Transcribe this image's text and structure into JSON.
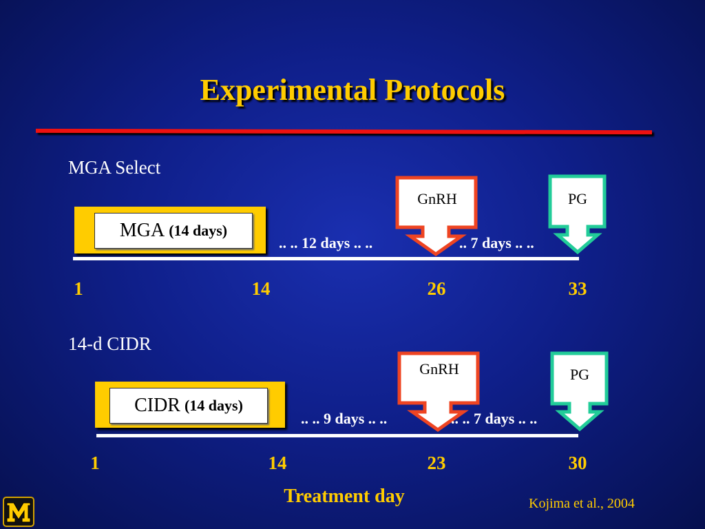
{
  "slide": {
    "title": "Experimental Protocols",
    "axis_title": "Treatment day",
    "citation": "Kojima et al., 2004"
  },
  "protocol1": {
    "label": "MGA Select",
    "treatment": "MGA",
    "duration": "(14 days)",
    "interval1": ".. .. 12 days .. ..",
    "interval2": ".. 7 days .. ..",
    "arrow1": "GnRH",
    "arrow2": "PG",
    "days": [
      "1",
      "14",
      "26",
      "33"
    ]
  },
  "protocol2": {
    "label": "14-d CIDR",
    "treatment": "CIDR",
    "duration": "(14 days)",
    "interval1": ".. .. 9 days .. ..",
    "interval2": ".. .. 7 days .. ..",
    "arrow1": "GnRH",
    "arrow2": "PG",
    "days": [
      "1",
      "14",
      "23",
      "30"
    ]
  },
  "colors": {
    "gnrh_border": "#ee4422",
    "pg_border": "#22cc99",
    "accent": "#ffcc00",
    "rule": "#ee1111"
  },
  "logo": {
    "icon": "university-m-logo"
  }
}
